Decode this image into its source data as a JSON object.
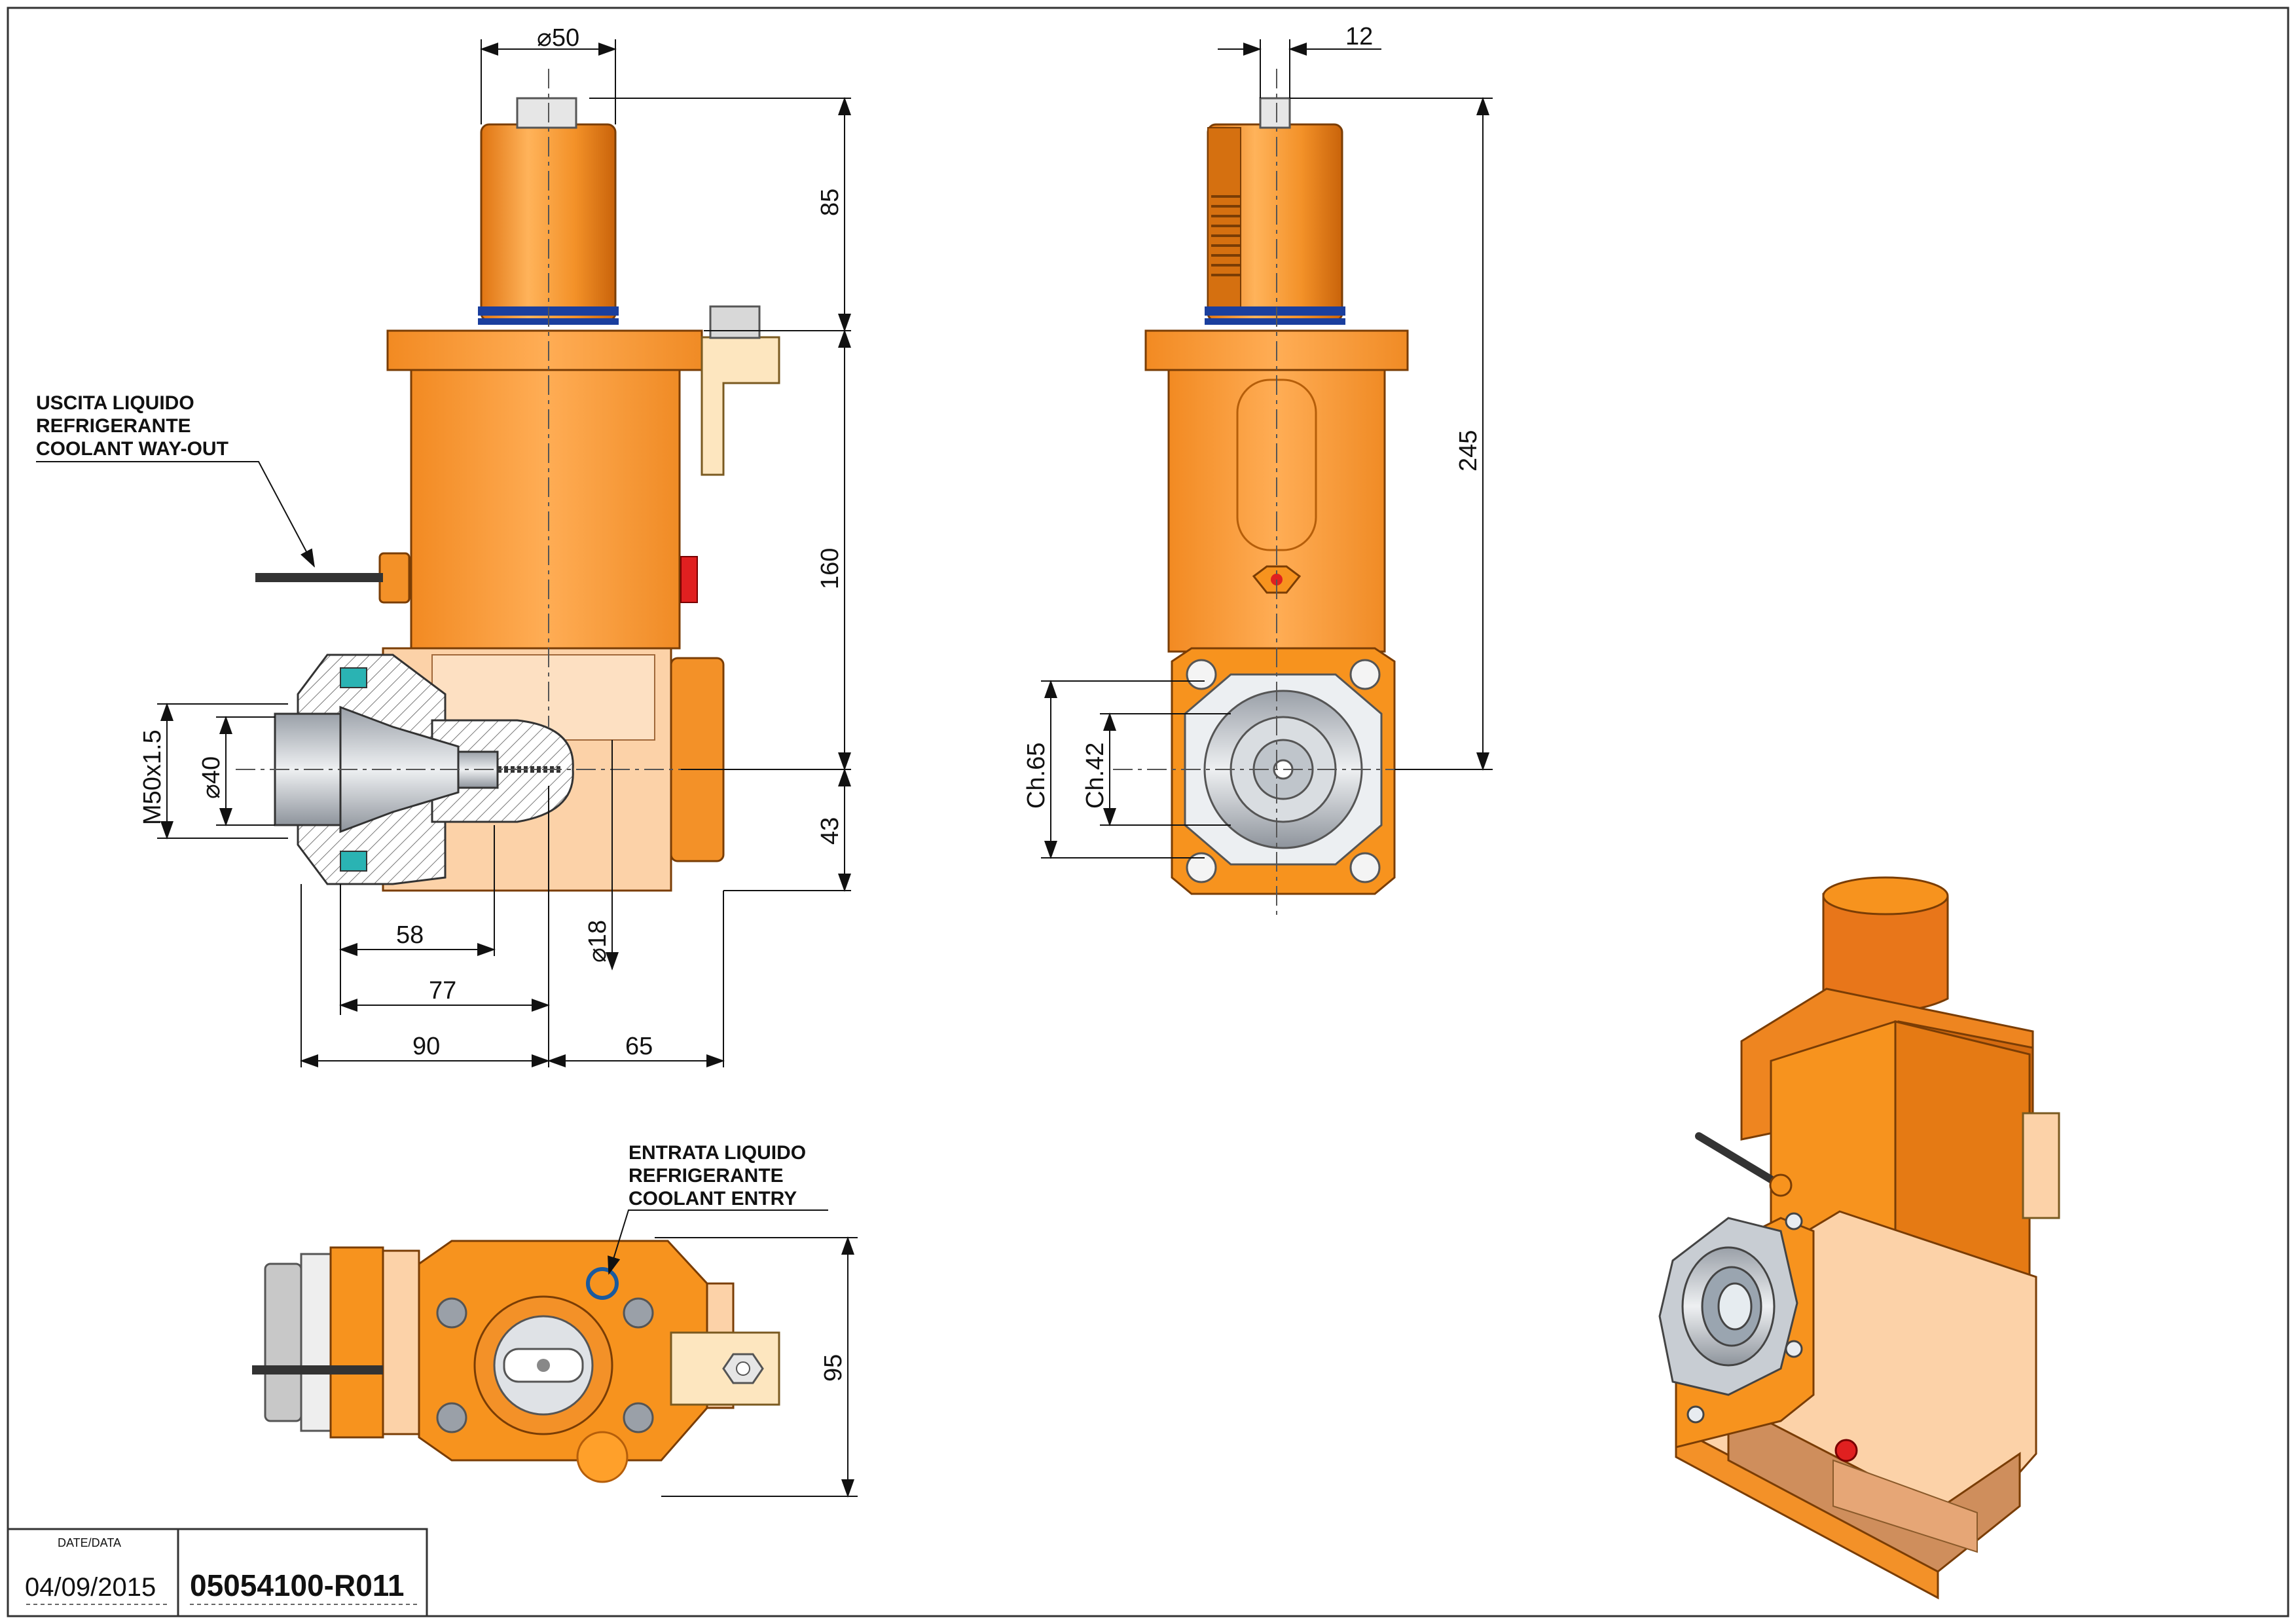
{
  "notes": {
    "coolant_out": [
      "USCITA LIQUIDO",
      "REFRIGERANTE",
      "COOLANT WAY-OUT"
    ],
    "coolant_in": [
      "ENTRATA LIQUIDO",
      "REFRIGERANTE",
      "COOLANT ENTRY"
    ]
  },
  "dimensions": {
    "d50": "50",
    "d12": "12",
    "d85": "85",
    "d160": "160",
    "d43": "43",
    "d245": "245",
    "m50": "M50x1.5",
    "d40": "40",
    "d18": "18",
    "d58": "58",
    "d77": "77",
    "d90": "90",
    "d65": "65",
    "ch65": "Ch.65",
    "ch42": "Ch.42",
    "d95": "95"
  },
  "title_block": {
    "date_label": "DATE/DATA",
    "date": "04/09/2015",
    "code": "05054100-R011"
  },
  "colors": {
    "orange": "#f7931e",
    "orange_dark": "#c96a10",
    "orange_light": "#fbb36a",
    "peach": "#fccca0",
    "tan": "#e8b78a",
    "blue": "#1a3f9e",
    "red": "#e02020"
  }
}
